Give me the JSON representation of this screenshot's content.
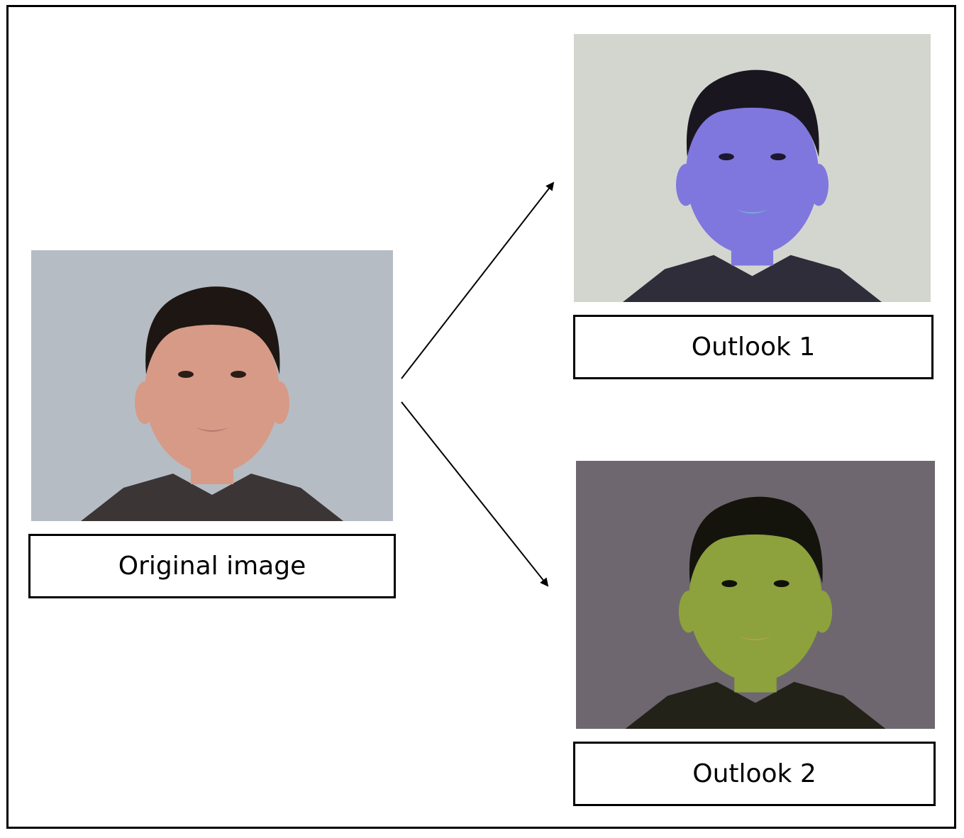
{
  "labels": {
    "original": "Original image",
    "outlook1": "Outlook 1",
    "outlook2": "Outlook 2"
  },
  "photos": {
    "original": {
      "background": "#b6bcc4",
      "skin": "#d79a86",
      "hair": "#1d1612",
      "shirt": "#3b3536",
      "lips": "#b7756a"
    },
    "outlook1": {
      "background": "#d3d6cf",
      "skin": "#7f77de",
      "hair": "#1a1620",
      "shirt": "#2f2d3a",
      "lips": "#7aa8d8"
    },
    "outlook2": {
      "background": "#6e6770",
      "skin": "#8da23c",
      "hair": "#14140d",
      "shirt": "#232219",
      "lips": "#b2a24c"
    }
  },
  "colors": {
    "border": "#000000",
    "arrow": "#000000"
  }
}
